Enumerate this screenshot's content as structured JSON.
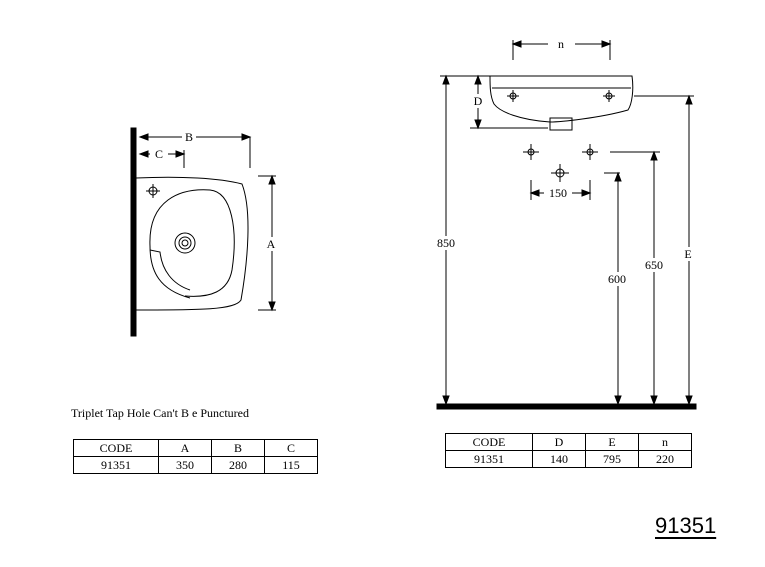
{
  "note": "Triplet Tap Hole Can't B e Punctured",
  "product_code": "91351",
  "plan_view": {
    "labels": {
      "a": "A",
      "b": "B",
      "c": "C"
    }
  },
  "elevation_view": {
    "labels": {
      "n": "n",
      "d": "D",
      "e": "E",
      "h850": "850",
      "h600": "600",
      "h650": "650",
      "w150": "150"
    }
  },
  "table_left": {
    "headers": [
      "CODE",
      "A",
      "B",
      "C"
    ],
    "row": [
      "91351",
      "350",
      "280",
      "115"
    ]
  },
  "table_right": {
    "headers": [
      "CODE",
      "D",
      "E",
      "n"
    ],
    "row": [
      "91351",
      "140",
      "795",
      "220"
    ]
  }
}
